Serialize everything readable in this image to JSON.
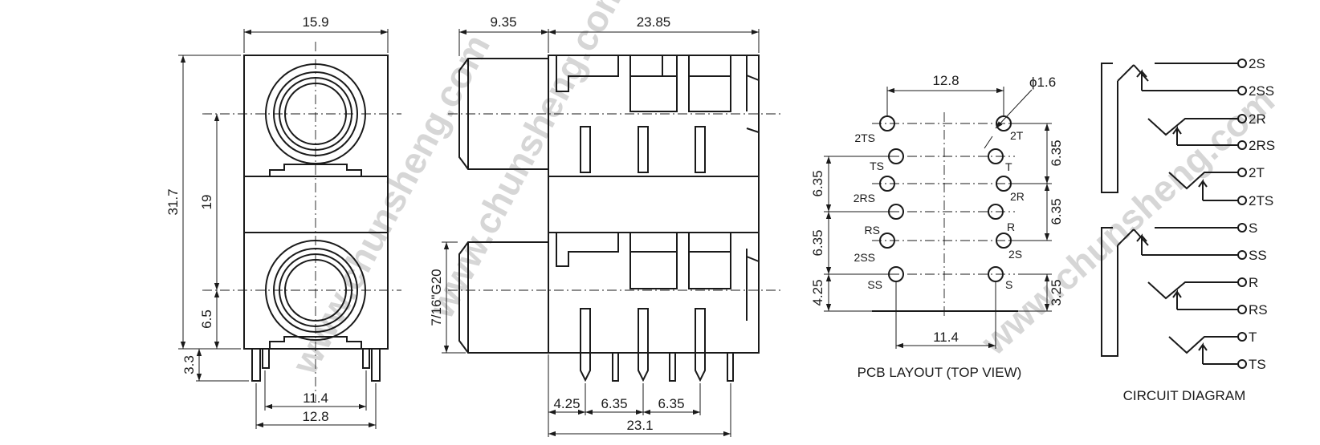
{
  "front_view": {
    "width": "15.9",
    "height": "31.7",
    "jack_spacing": "19",
    "lower_offset": "6.5",
    "pin_length": "3.3",
    "pin_span_inner": "11.4",
    "pin_span_outer": "12.8"
  },
  "side_view": {
    "nose_length": "9.35",
    "body_length": "23.85",
    "thread": "7/16\"G20",
    "pitch_first": "4.25",
    "pitch_a": "6.35",
    "pitch_b": "6.35",
    "pin_span_total": "23.1"
  },
  "pcb_layout": {
    "caption": "PCB LAYOUT (TOP VIEW)",
    "column_spacing": "12.8",
    "hole_diameter": "ϕ1.6",
    "bottom_span": "11.4",
    "left_dims": [
      "6.35",
      "6.35",
      "4.25"
    ],
    "right_dims": [
      "6.35",
      "6.35",
      "3.25"
    ],
    "left_pins": [
      "2TS",
      "TS",
      "2RS",
      "RS",
      "2SS",
      "SS"
    ],
    "right_pins": [
      "2T",
      "T",
      "2R",
      "R",
      "2S",
      "S"
    ]
  },
  "circuit": {
    "caption": "CIRCUIT DIAGRAM",
    "terminals": [
      "2S",
      "2SS",
      "2R",
      "2RS",
      "2T",
      "2TS",
      "S",
      "SS",
      "R",
      "RS",
      "T",
      "TS"
    ]
  },
  "watermark": "www.chunsheng.com"
}
